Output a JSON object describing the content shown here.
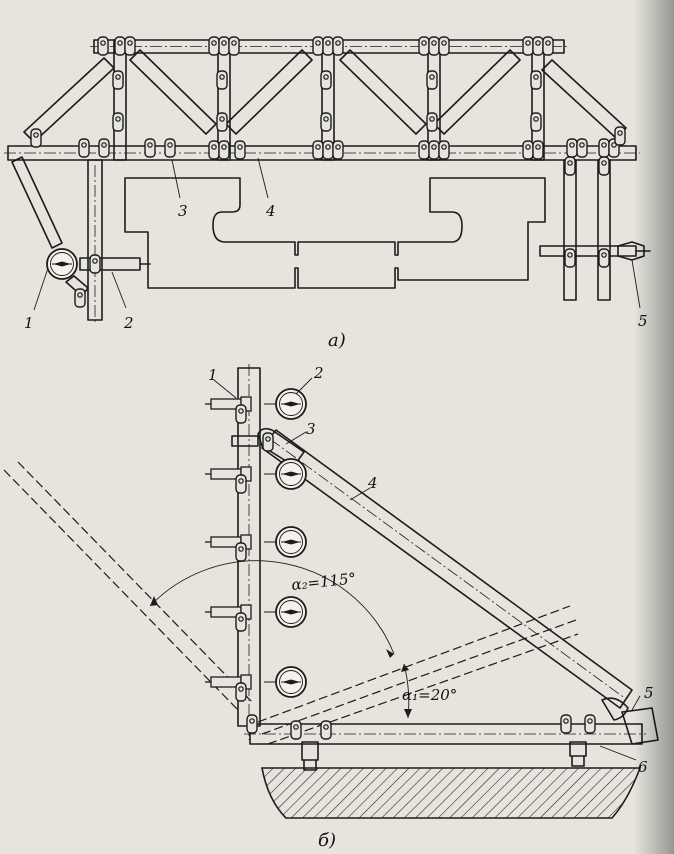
{
  "figure_a": {
    "caption": "a)",
    "labels": [
      "1",
      "2",
      "3",
      "4",
      "5"
    ]
  },
  "figure_b": {
    "caption": "б)",
    "labels": [
      "1",
      "2",
      "3",
      "4",
      "5",
      "6"
    ],
    "angle_1": "α₁=20°",
    "angle_2": "α₂=115°"
  },
  "colors": {
    "ink": "#1c1c1c",
    "paper": "#e6e4dd"
  }
}
